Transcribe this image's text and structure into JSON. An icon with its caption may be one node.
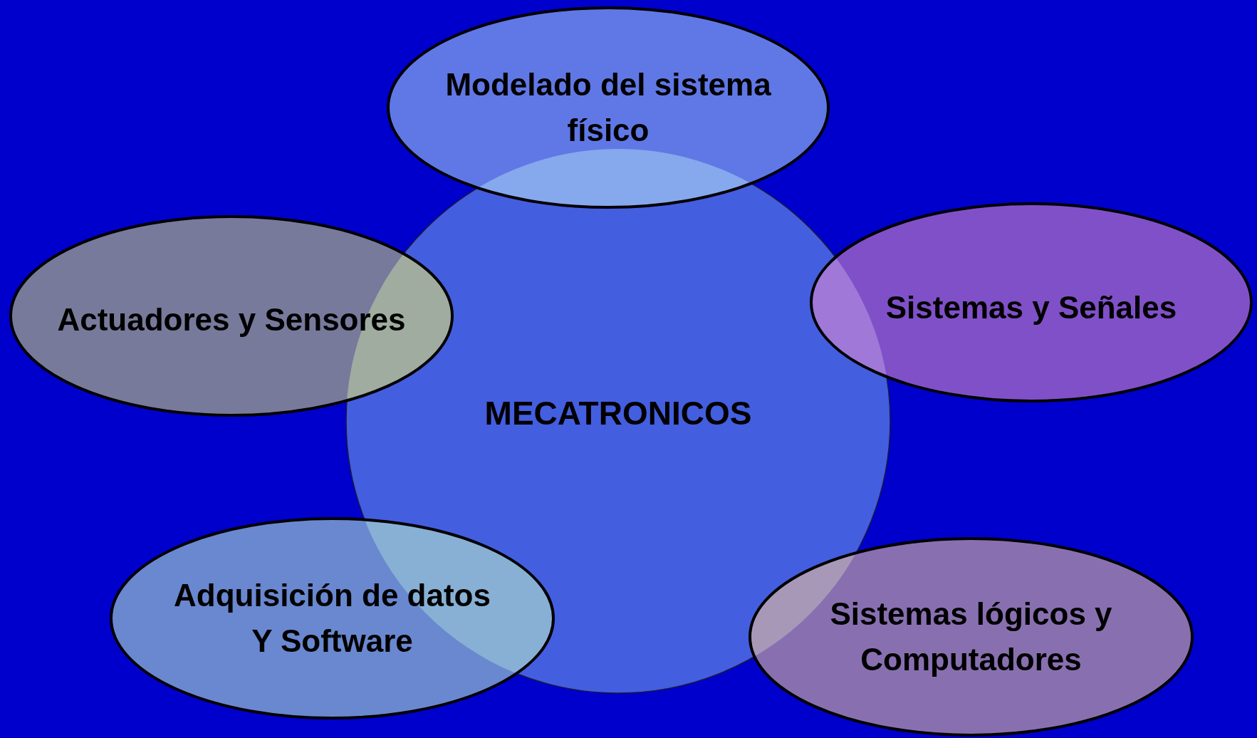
{
  "diagram": {
    "nodes": [
      {
        "text": [
          "MECATRONICOS"
        ]
      },
      {
        "text": [
          "Modelado del sistema físico"
        ]
      },
      {
        "text": [
          "Actuadores y Sensores"
        ]
      },
      {
        "text": [
          "Sistemas y Señales"
        ]
      },
      {
        "text": [
          "Adquisición de datos Y Software"
        ]
      },
      {
        "text": [
          "Sistemas lógicos y Computadores"
        ]
      }
    ]
  }
}
